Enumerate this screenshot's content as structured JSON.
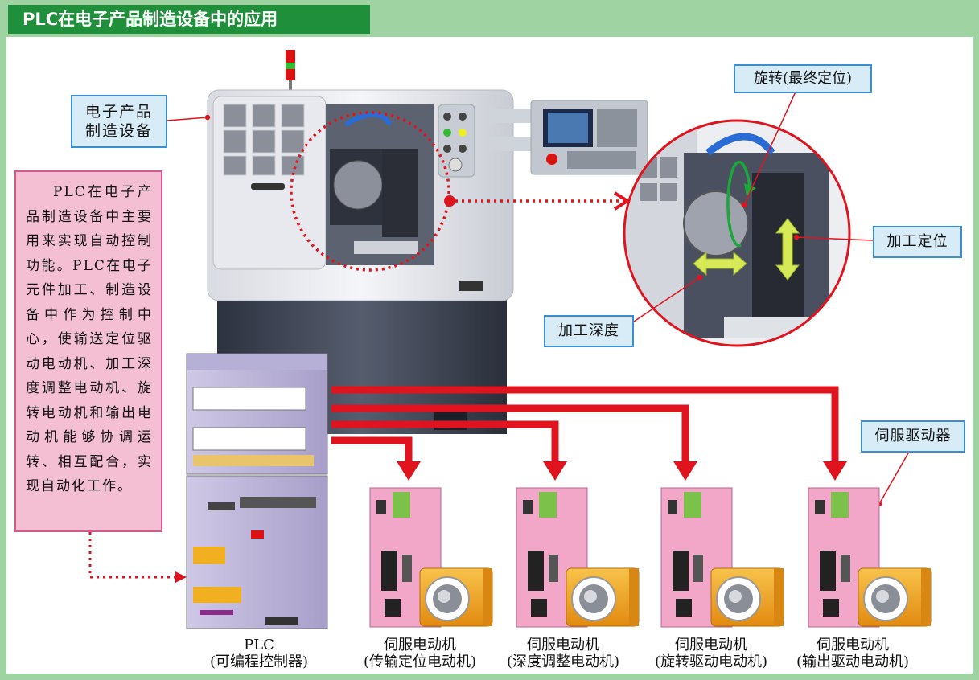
{
  "title": "PLC在电子产品制造设备中的应用",
  "labels": {
    "equipment": [
      "电子产品",
      "制造设备"
    ],
    "rotation": "旋转(最终定位)",
    "position": "加工定位",
    "depth": "加工深度",
    "servo_driver": "伺服驱动器"
  },
  "description": "PLC在电子产品制造设备中主要用来实现自动控制功能。PLC在电子元件加工、制造设备中作为控制中心，使输送定位驱动电动机、加工深度调整电动机、旋转电动机和输出电动机能够协调运转、相互配合，实现自动化工作。",
  "plc_caption": [
    "PLC",
    "(可编程控制器)"
  ],
  "motors": [
    {
      "name": "伺服电动机",
      "role": "(传输定位电动机)"
    },
    {
      "name": "伺服电动机",
      "role": "(深度调整电动机)"
    },
    {
      "name": "伺服电动机",
      "role": "(旋转驱动电动机)"
    },
    {
      "name": "伺服电动机",
      "role": "(输出驱动电动机)"
    }
  ],
  "colors": {
    "frame": "#9fd3a2",
    "title_bg": "#1f8f3b",
    "label_bg": "#d8ecf8",
    "label_border": "#3a8fd0",
    "desc_bg": "#f4bfd3",
    "arrow_red": "#e0141e",
    "driver_pink": "#f2a6c8",
    "motor_orange": "#f3a21d"
  }
}
